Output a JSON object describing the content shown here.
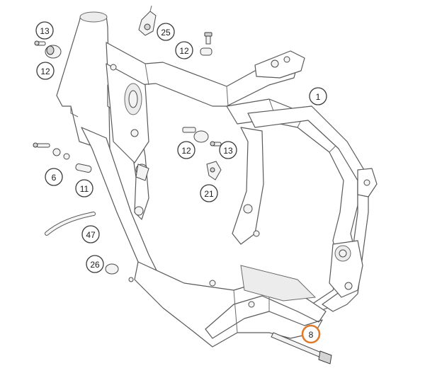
{
  "callouts": {
    "c1": "1",
    "c6": "6",
    "c8": "8",
    "c11": "11",
    "c12a": "12",
    "c12b": "12",
    "c12c": "12",
    "c13a": "13",
    "c13b": "13",
    "c21": "21",
    "c25": "25",
    "c26": "26",
    "c47": "47"
  },
  "colors": {
    "highlight": "#e07a2a",
    "outline": "#3a3a3a"
  }
}
